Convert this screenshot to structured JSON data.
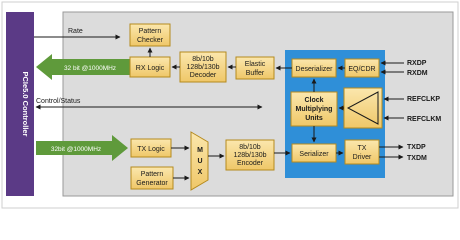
{
  "diagram": {
    "controller_label": "PCIe5.0 Controller",
    "signals": {
      "rate": "Rate",
      "control_status": "Control/Status"
    },
    "buses": {
      "rx_bus": "32 bit @1000MHz",
      "tx_bus": "32bit @1000MHz"
    },
    "blocks": {
      "pattern_checker": [
        "Pattern",
        "Checker"
      ],
      "rx_logic": "RX Logic",
      "rx_decoder": [
        "8b/10b",
        "128b/130b",
        "Decoder"
      ],
      "elastic_buffer": [
        "Elastic",
        "Buffer"
      ],
      "deserializer": "Deserializer",
      "eq_cdr": "EQ/CDR",
      "clock_units": [
        "Clock",
        "Multiplying",
        "Units"
      ],
      "tx_logic": "TX Logic",
      "pattern_generator": [
        "Pattern",
        "Generator"
      ],
      "mux": [
        "M",
        "U",
        "X"
      ],
      "tx_encoder": [
        "8b/10b",
        "128b/130b",
        "Encoder"
      ],
      "serializer": "Serializer",
      "tx_driver": [
        "TX",
        "Driver"
      ]
    },
    "pins": {
      "rxdp": "RXDP",
      "rxdm": "RXDM",
      "refclkp": "REFCLKP",
      "refclkm": "REFCLKM",
      "txdp": "TXDP",
      "txdm": "TXDM"
    },
    "colors": {
      "controller_fill": "#5b3a86",
      "core_fill": "#dcdcdc",
      "phy_fill": "#2f8fd8",
      "block_fill": "#f6d88a",
      "block_stroke": "#b58a1e",
      "bus_arrow": "#5f9a3b",
      "line": "#1a1a1a"
    }
  }
}
